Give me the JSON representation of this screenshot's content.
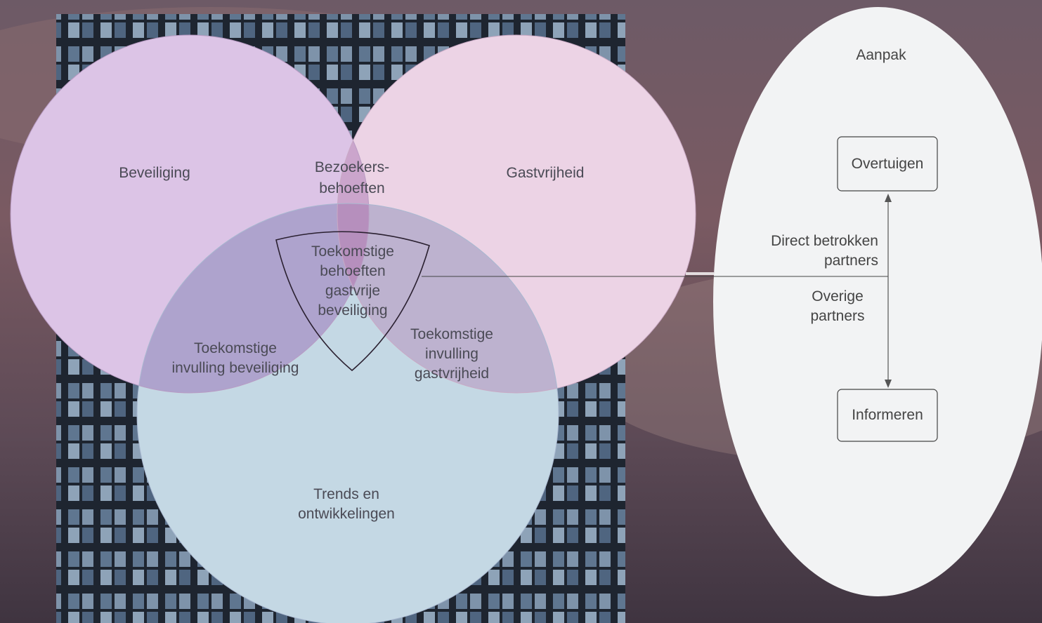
{
  "venn": {
    "beveiliging": "Beveiliging",
    "gastvrijheid": "Gastvrijheid",
    "bezoekers_line1": "Bezoekers-",
    "bezoekers_line2": "behoeften",
    "center": [
      "Toekomstige",
      "behoeften",
      "gastvrije",
      "beveiliging"
    ],
    "inv_beveiliging": [
      "Toekomstige",
      "invulling beveiliging"
    ],
    "inv_gastvrijheid": [
      "Toekomstige",
      "invulling",
      "gastvrijheid"
    ],
    "trends": [
      "Trends en",
      "ontwikkelingen"
    ]
  },
  "aanpak": {
    "title": "Aanpak",
    "top_box": "Overtuigen",
    "bottom_box": "Informeren",
    "direct": [
      "Direct betrokken",
      "partners"
    ],
    "overige": [
      "Overige",
      "partners"
    ]
  },
  "colors": {
    "circle_beveiliging": "#dcc4e6",
    "circle_gastvrijheid": "#ecd3e5",
    "circle_trends": "#c4d8e4",
    "lens_top": "#cba5cc",
    "lens_left": "#aea3cd",
    "lens_right": "#bdb2cf",
    "center": "#b68fbd",
    "aanpak_bg": "#f2f3f4"
  }
}
